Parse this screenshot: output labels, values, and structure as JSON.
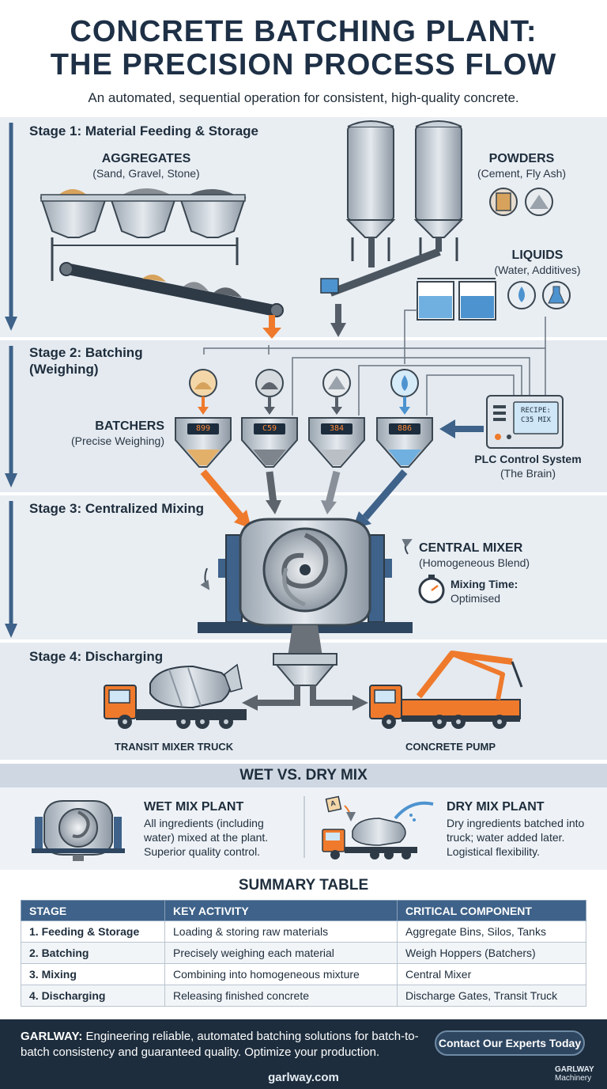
{
  "header": {
    "title_line1": "CONCRETE BATCHING PLANT:",
    "title_line2": "THE PRECISION PROCESS FLOW",
    "subtitle": "An automated, sequential operation for consistent, high-quality concrete."
  },
  "stage1": {
    "label": "Stage 1: Material Feeding & Storage",
    "aggregates_title": "AGGREGATES",
    "aggregates_sub": "(Sand, Gravel, Stone)",
    "powders_title": "POWDERS",
    "powders_sub": "(Cement, Fly Ash)",
    "liquids_title": "LIQUIDS",
    "liquids_sub": "(Water, Additives)"
  },
  "stage2": {
    "label_line1": "Stage 2: Batching",
    "label_line2": "(Weighing)",
    "batchers_title": "BATCHERS",
    "batchers_sub": "(Precise Weighing)",
    "displays": [
      "899",
      "C59",
      "384",
      "886"
    ],
    "plc_screen_line1": "RECIPE:",
    "plc_screen_line2": "C35 MIX",
    "plc_title": "PLC Control System",
    "plc_sub": "(The Brain)"
  },
  "stage3": {
    "label": "Stage 3: Centralized Mixing",
    "mixer_title": "CENTRAL MIXER",
    "mixer_sub": "(Homogeneous Blend)",
    "time_title": "Mixing Time:",
    "time_sub": "Optimised"
  },
  "stage4": {
    "label": "Stage 4: Discharging",
    "truck_label": "TRANSIT MIXER TRUCK",
    "pump_label": "CONCRETE PUMP"
  },
  "compare": {
    "heading": "WET VS. DRY MIX",
    "wet_title": "WET MIX PLANT",
    "wet_desc": [
      "All ingredients (including",
      "water) mixed at the plant.",
      "Superior quality control."
    ],
    "dry_title": "DRY MIX PLANT",
    "dry_desc": [
      "Dry ingredients batched into",
      "truck; water added later.",
      "Logistical flexibility."
    ],
    "dry_bag_letter": "A"
  },
  "summary": {
    "heading": "SUMMARY TABLE",
    "columns": [
      "STAGE",
      "KEY ACTIVITY",
      "CRITICAL COMPONENT"
    ],
    "rows": [
      [
        "1. Feeding & Storage",
        "Loading & storing raw materials",
        "Aggregate Bins, Silos, Tanks"
      ],
      [
        "2. Batching",
        "Precisely weighing each material",
        "Weigh Hoppers (Batchers)"
      ],
      [
        "3. Mixing",
        "Combining into homogeneous mixture",
        "Central Mixer"
      ],
      [
        "4. Discharging",
        "Releasing finished concrete",
        "Discharge Gates, Transit Truck"
      ]
    ]
  },
  "footer": {
    "brand": "GARLWAY:",
    "text": " Engineering reliable, automated batching solutions for batch-to-batch consistency and guaranteed quality. Optimize your production.",
    "cta": "Contact Our Experts Today",
    "website": "garlway.com",
    "logo_line1": "GARLWAY",
    "logo_line2": "Machinery"
  },
  "colors": {
    "accent_orange": "#ef7a2c",
    "navy": "#1e3046",
    "steel": "#3e6289",
    "water_blue": "#4d93cf"
  }
}
